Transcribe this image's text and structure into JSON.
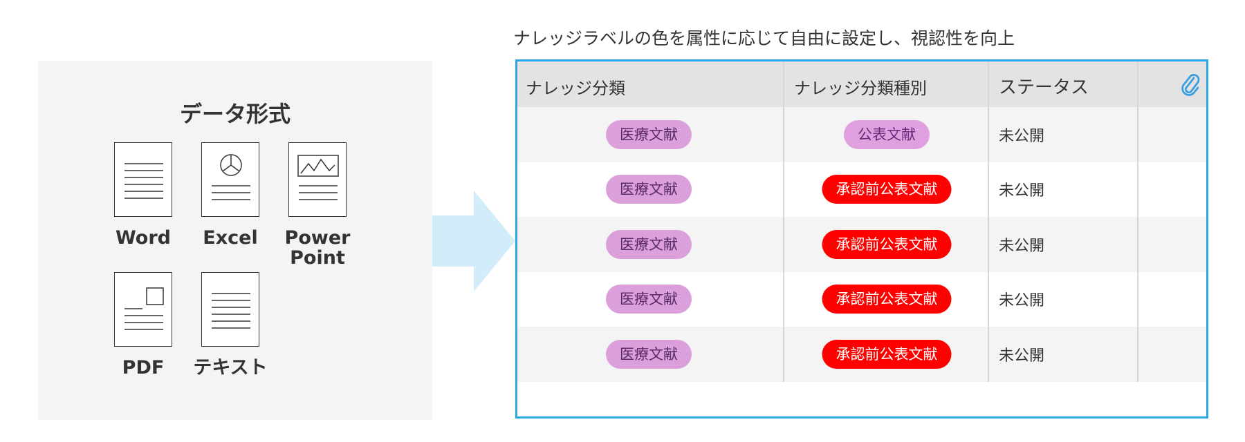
{
  "left_panel": {
    "title": "データ形式",
    "formats": [
      {
        "label": "Word"
      },
      {
        "label": "Excel"
      },
      {
        "label_line1": "Power",
        "label_line2": "Point"
      },
      {
        "label": "PDF"
      },
      {
        "label": "テキスト"
      }
    ]
  },
  "caption": "ナレッジラベルの色を属性に応じて自由に設定し、視認性を向上",
  "table": {
    "headers": [
      "ナレッジ分類",
      "ナレッジ分類種別",
      "ステータス"
    ],
    "attachment_icon": "paperclip-icon",
    "rows": [
      {
        "category": "医療文献",
        "category_type": "公表文献",
        "status": "未公開",
        "type_color": "#e0a0e0",
        "type_text_color": "#6a2a7a"
      },
      {
        "category": "医療文献",
        "category_type": "承認前公表文献",
        "status": "未公開",
        "type_color": "#ff0000",
        "type_text_color": "#ffffff"
      },
      {
        "category": "医療文献",
        "category_type": "承認前公表文献",
        "status": "未公開",
        "type_color": "#ff0000",
        "type_text_color": "#ffffff"
      },
      {
        "category": "医療文献",
        "category_type": "承認前公表文献",
        "status": "未公開",
        "type_color": "#ff0000",
        "type_text_color": "#ffffff"
      },
      {
        "category": "医療文献",
        "category_type": "承認前公表文献",
        "status": "未公開",
        "type_color": "#ff0000",
        "type_text_color": "#ffffff"
      }
    ]
  },
  "colors": {
    "frame": "#29a8e8",
    "arrow": "#d3ecfa",
    "category_badge": "#dba0db",
    "category_text": "#5a2a6a"
  }
}
